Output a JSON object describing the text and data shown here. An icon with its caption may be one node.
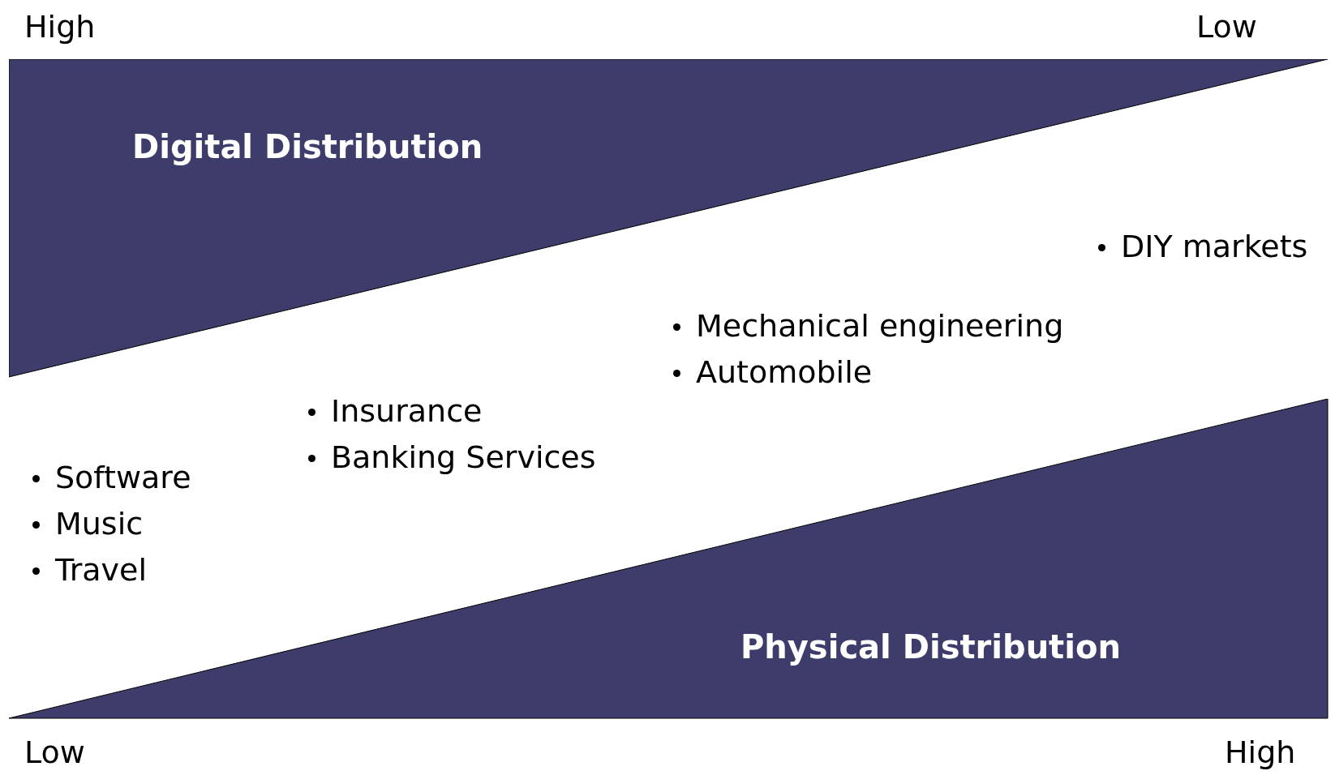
{
  "diagram": {
    "nodes": [
      {
        "text": [
          "Digital Distribution"
        ]
      },
      {
        "text": [
          "Physical Distribution"
        ]
      }
    ],
    "labels": [
      "High",
      "Low",
      "DIY markets",
      "Mechanical engineering",
      "Automobile",
      "Insurance",
      "Banking Services",
      "Software",
      "Music",
      "Travel",
      "Low",
      "High"
    ]
  }
}
